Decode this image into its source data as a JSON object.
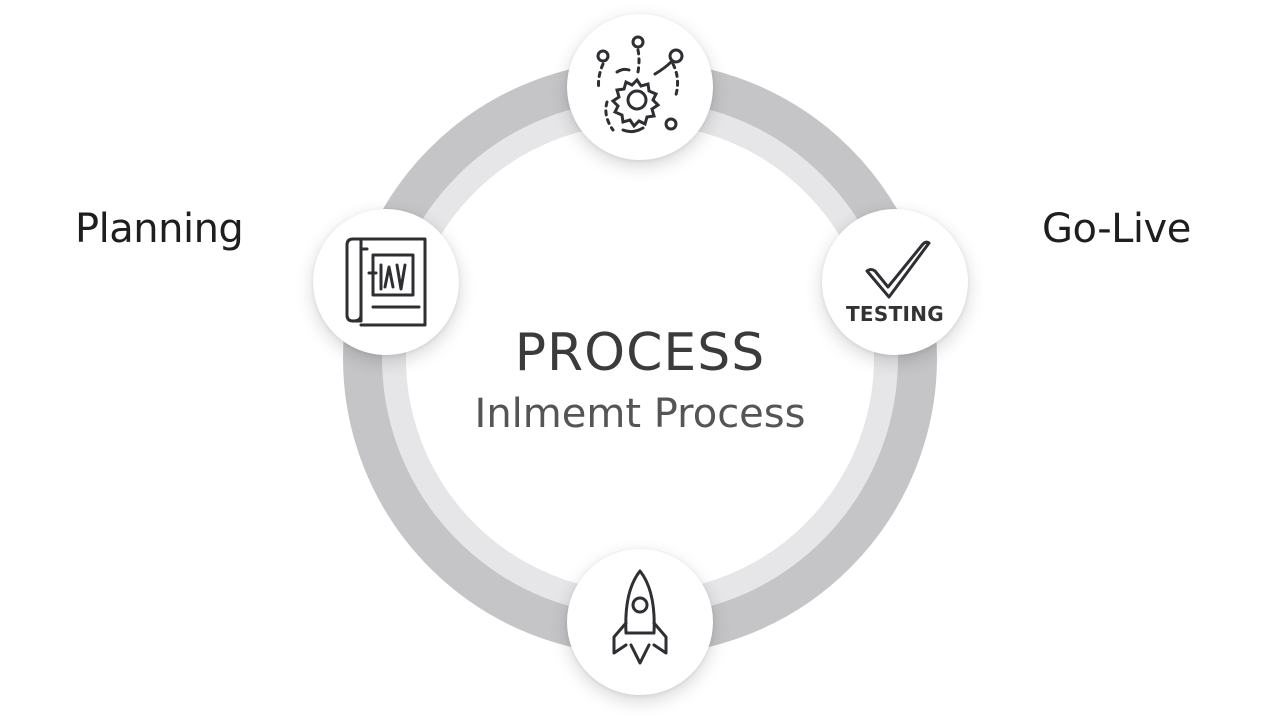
{
  "labels": {
    "left": "Planning",
    "right": "Go-Live"
  },
  "center": {
    "title": "PROCESS",
    "subtitle": "Inlmemt Process"
  },
  "nodes": {
    "top": {
      "icon": "gear-network-icon"
    },
    "left": {
      "icon": "blueprint-chart-icon"
    },
    "right": {
      "icon": "checkmark-icon",
      "text": "TESTING"
    },
    "bottom": {
      "icon": "rocket-icon"
    }
  },
  "colors": {
    "ring_outer": "#c5c5c8",
    "ring_inner": "#e6e6e8",
    "icon_stroke": "#2f2f33",
    "text_dark": "#1e1e1e"
  }
}
